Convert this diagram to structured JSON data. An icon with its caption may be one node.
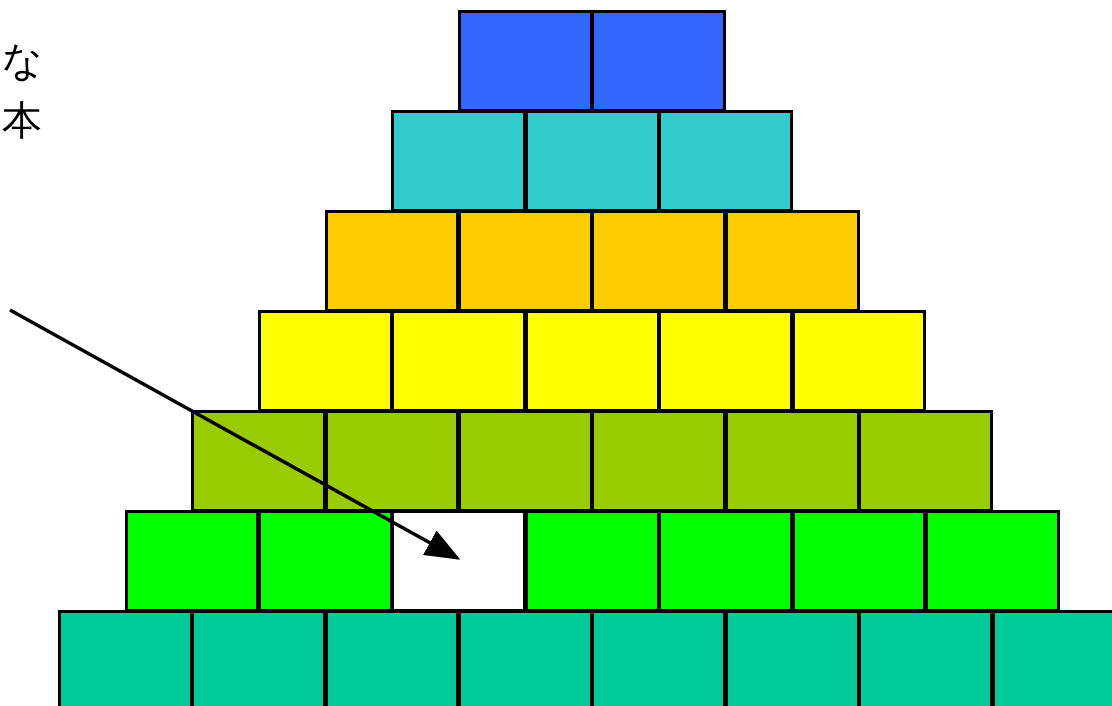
{
  "diagram": {
    "nodes": [
      {
        "text": [
          "な本"
        ]
      },
      {
        "text": [],
        "shape": "box"
      },
      {
        "text": [],
        "shape": "box"
      },
      {
        "text": [],
        "shape": "box"
      },
      {
        "text": [],
        "shape": "box"
      },
      {
        "text": [],
        "shape": "box"
      },
      {
        "text": [],
        "shape": "box"
      },
      {
        "text": [],
        "shape": "box"
      },
      {
        "text": [],
        "shape": "box"
      },
      {
        "text": [],
        "shape": "box"
      },
      {
        "text": [],
        "shape": "box"
      },
      {
        "text": [],
        "shape": "box"
      },
      {
        "text": [],
        "shape": "box"
      },
      {
        "text": [],
        "shape": "box"
      },
      {
        "text": [],
        "shape": "box"
      },
      {
        "text": [],
        "shape": "box"
      },
      {
        "text": [],
        "shape": "box"
      },
      {
        "text": [],
        "shape": "box"
      },
      {
        "text": [],
        "shape": "box"
      },
      {
        "text": [],
        "shape": "box"
      },
      {
        "text": [],
        "shape": "box"
      },
      {
        "text": [],
        "shape": "box"
      },
      {
        "text": [],
        "shape": "box"
      },
      {
        "text": [],
        "shape": "box"
      },
      {
        "text": [],
        "shape": "box"
      },
      {
        "text": [],
        "shape": "box"
      },
      {
        "text": [],
        "shape": "box"
      },
      {
        "text": [],
        "shape": "box"
      },
      {
        "text": [],
        "shape": "box"
      },
      {
        "text": [],
        "shape": "box"
      },
      {
        "text": [],
        "shape": "box"
      },
      {
        "text": [],
        "shape": "box"
      },
      {
        "text": [],
        "shape": "box"
      },
      {
        "text": [],
        "shape": "box"
      },
      {
        "text": [],
        "shape": "box"
      },
      {
        "text": [],
        "shape": "box"
      }
    ],
    "edges": [
      {
        "from": null,
        "to": 23,
        "arrow": "to"
      }
    ]
  }
}
